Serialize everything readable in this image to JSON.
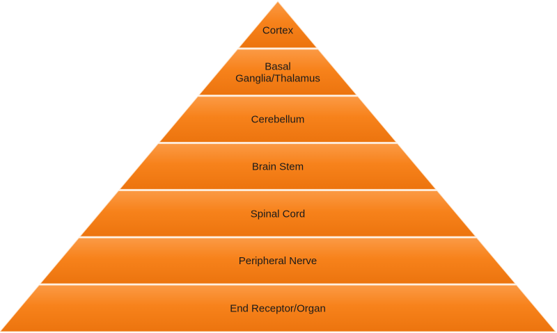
{
  "diagram": {
    "type": "pyramid",
    "fill_color": "#f7821b",
    "fill_light": "#fb9a45",
    "fill_dark": "#ec740e",
    "separator_color": "#fde0c4",
    "tiers": [
      {
        "id": "cortex",
        "label": "Cortex"
      },
      {
        "id": "basal-ganglia-thalamus",
        "label": "Basal\nGanglia/Thalamus"
      },
      {
        "id": "cerebellum",
        "label": "Cerebellum"
      },
      {
        "id": "brain-stem",
        "label": "Brain Stem"
      },
      {
        "id": "spinal-cord",
        "label": "Spinal Cord"
      },
      {
        "id": "peripheral-nerve",
        "label": "Peripheral Nerve"
      },
      {
        "id": "end-receptor-organ",
        "label": "End Receptor/Organ"
      }
    ]
  }
}
